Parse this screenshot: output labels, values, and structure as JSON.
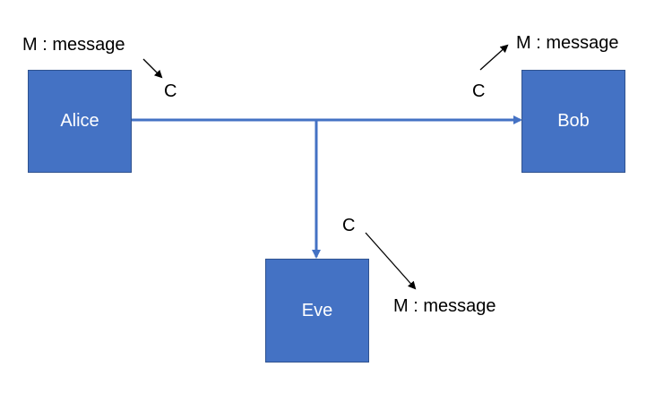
{
  "nodes": {
    "alice": "Alice",
    "bob": "Bob",
    "eve": "Eve"
  },
  "labels": {
    "alice_message": "M : message",
    "alice_cipher": "C",
    "bob_message": "M : message",
    "bob_cipher": "C",
    "eve_cipher": "C",
    "eve_message": "M : message"
  },
  "colors": {
    "node_fill": "#4472c4",
    "channel_line": "#4472c4",
    "annotation_arrow": "#000000"
  }
}
